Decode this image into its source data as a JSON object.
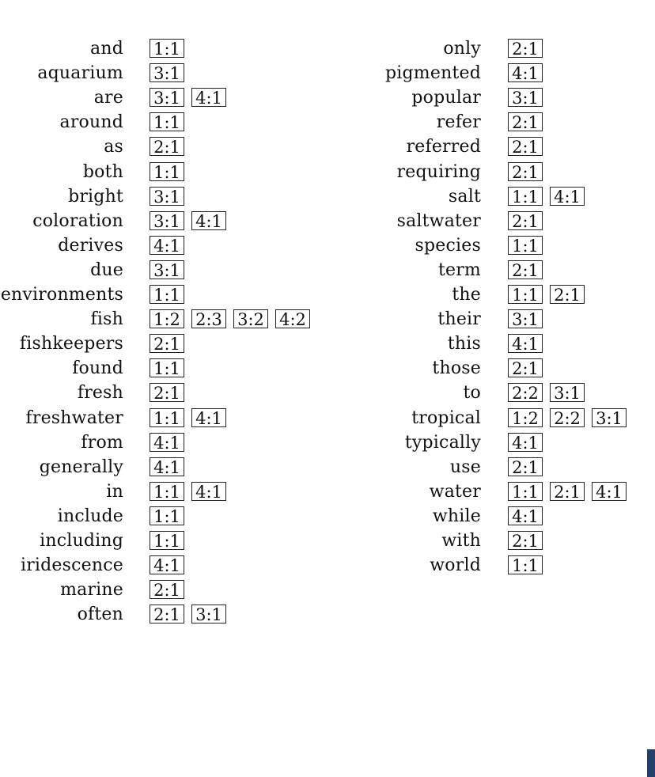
{
  "index": {
    "left_column": [
      {
        "term": "and",
        "refs": [
          "1:1"
        ]
      },
      {
        "term": "aquarium",
        "refs": [
          "3:1"
        ]
      },
      {
        "term": "are",
        "refs": [
          "3:1",
          "4:1"
        ]
      },
      {
        "term": "around",
        "refs": [
          "1:1"
        ]
      },
      {
        "term": "as",
        "refs": [
          "2:1"
        ]
      },
      {
        "term": "both",
        "refs": [
          "1:1"
        ]
      },
      {
        "term": "bright",
        "refs": [
          "3:1"
        ]
      },
      {
        "term": "coloration",
        "refs": [
          "3:1",
          "4:1"
        ]
      },
      {
        "term": "derives",
        "refs": [
          "4:1"
        ]
      },
      {
        "term": "due",
        "refs": [
          "3:1"
        ]
      },
      {
        "term": "environments",
        "refs": [
          "1:1"
        ]
      },
      {
        "term": "fish",
        "refs": [
          "1:2",
          "2:3",
          "3:2",
          "4:2"
        ]
      },
      {
        "term": "fishkeepers",
        "refs": [
          "2:1"
        ]
      },
      {
        "term": "found",
        "refs": [
          "1:1"
        ]
      },
      {
        "term": "fresh",
        "refs": [
          "2:1"
        ]
      },
      {
        "term": "freshwater",
        "refs": [
          "1:1",
          "4:1"
        ]
      },
      {
        "term": "from",
        "refs": [
          "4:1"
        ]
      },
      {
        "term": "generally",
        "refs": [
          "4:1"
        ]
      },
      {
        "term": "in",
        "refs": [
          "1:1",
          "4:1"
        ]
      },
      {
        "term": "include",
        "refs": [
          "1:1"
        ]
      },
      {
        "term": "including",
        "refs": [
          "1:1"
        ]
      },
      {
        "term": "iridescence",
        "refs": [
          "4:1"
        ]
      },
      {
        "term": "marine",
        "refs": [
          "2:1"
        ]
      },
      {
        "term": "often",
        "refs": [
          "2:1",
          "3:1"
        ]
      }
    ],
    "right_column": [
      {
        "term": "only",
        "refs": [
          "2:1"
        ]
      },
      {
        "term": "pigmented",
        "refs": [
          "4:1"
        ]
      },
      {
        "term": "popular",
        "refs": [
          "3:1"
        ]
      },
      {
        "term": "refer",
        "refs": [
          "2:1"
        ]
      },
      {
        "term": "referred",
        "refs": [
          "2:1"
        ]
      },
      {
        "term": "requiring",
        "refs": [
          "2:1"
        ]
      },
      {
        "term": "salt",
        "refs": [
          "1:1",
          "4:1"
        ]
      },
      {
        "term": "saltwater",
        "refs": [
          "2:1"
        ]
      },
      {
        "term": "species",
        "refs": [
          "1:1"
        ]
      },
      {
        "term": "term",
        "refs": [
          "2:1"
        ]
      },
      {
        "term": "the",
        "refs": [
          "1:1",
          "2:1"
        ]
      },
      {
        "term": "their",
        "refs": [
          "3:1"
        ]
      },
      {
        "term": "this",
        "refs": [
          "4:1"
        ]
      },
      {
        "term": "those",
        "refs": [
          "2:1"
        ]
      },
      {
        "term": "to",
        "refs": [
          "2:2",
          "3:1"
        ]
      },
      {
        "term": "tropical",
        "refs": [
          "1:2",
          "2:2",
          "3:1"
        ]
      },
      {
        "term": "typically",
        "refs": [
          "4:1"
        ]
      },
      {
        "term": "use",
        "refs": [
          "2:1"
        ]
      },
      {
        "term": "water",
        "refs": [
          "1:1",
          "2:1",
          "4:1"
        ]
      },
      {
        "term": "while",
        "refs": [
          "4:1"
        ]
      },
      {
        "term": "with",
        "refs": [
          "2:1"
        ]
      },
      {
        "term": "world",
        "refs": [
          "1:1"
        ]
      }
    ]
  },
  "colors": {
    "text": "#111111",
    "box_border": "#222222",
    "corner_mark": "#22406a"
  }
}
